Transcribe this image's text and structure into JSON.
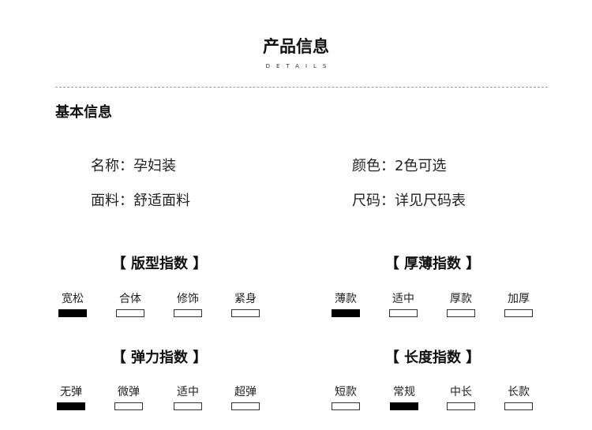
{
  "header": {
    "title": "产品信息",
    "subtitle": "DETAILS"
  },
  "basic": {
    "heading": "基本信息",
    "name": "名称：孕妇装",
    "color": "颜色：2色可选",
    "fabric": "面料：舒适面料",
    "size": "尺码：详见尺码表"
  },
  "indices": {
    "fit": {
      "title": "【 版型指数 】",
      "options": [
        "宽松",
        "合体",
        "修饰",
        "紧身"
      ],
      "selected": "宽松"
    },
    "thickness": {
      "title": "【 厚薄指数 】",
      "options": [
        "薄款",
        "适中",
        "厚款",
        "加厚"
      ],
      "selected": "薄款"
    },
    "elasticity": {
      "title": "【 弹力指数 】",
      "options": [
        "无弹",
        "微弹",
        "适中",
        "超弹"
      ],
      "selected": "无弹"
    },
    "length": {
      "title": "【 长度指数 】",
      "options": [
        "短款",
        "常规",
        "中长",
        "长款"
      ],
      "selected": "常规"
    }
  },
  "colors": {
    "selected_fill": "#000000",
    "unselected_fill": "#ffffff",
    "divider": "#9a9a9a"
  }
}
